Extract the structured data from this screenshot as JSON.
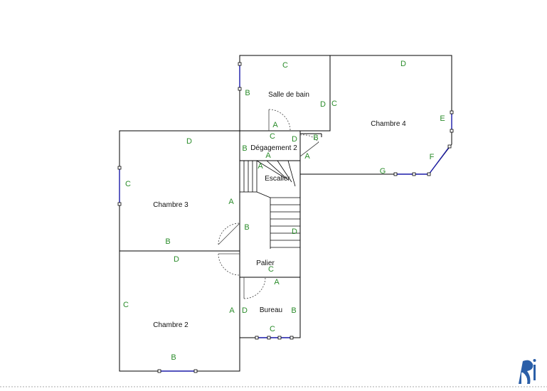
{
  "rooms": {
    "salle_de_bain": "Salle de bain",
    "chambre_4": "Chambre 4",
    "degagement_2": "Dégagement 2",
    "escalier": "Escalier",
    "chambre_3": "Chambre 3",
    "palier": "Palier",
    "bureau": "Bureau",
    "chambre_2": "Chambre 2"
  },
  "wall_labels": {
    "sdb_c": "C",
    "sdb_b": "B",
    "sdb_d": "D",
    "sdb_a": "A",
    "ch4_d": "D",
    "ch4_c": "C",
    "ch4_e": "E",
    "ch4_f": "F",
    "ch4_g": "G",
    "deg_c": "C",
    "deg_d": "D",
    "deg_b_right": "B",
    "deg_b_left": "B",
    "deg_a1": "A",
    "deg_a2": "A",
    "esc_a": "A",
    "esc_d": "D",
    "ch3_d": "D",
    "ch3_c": "C",
    "ch3_a": "A",
    "ch3_b": "B",
    "pal_b": "B",
    "pal_c": "C",
    "ch2_d": "D",
    "ch2_c": "C",
    "ch2_a": "A",
    "ch2_b": "B",
    "bur_a": "A",
    "bur_d": "D",
    "bur_b": "B",
    "bur_c": "C"
  },
  "logo": {
    "icon": "ri-logo-icon"
  },
  "colors": {
    "wall": "#000000",
    "label": "#2a8c2a",
    "window": "#1a1aa8",
    "logo": "#2b5fa8"
  }
}
